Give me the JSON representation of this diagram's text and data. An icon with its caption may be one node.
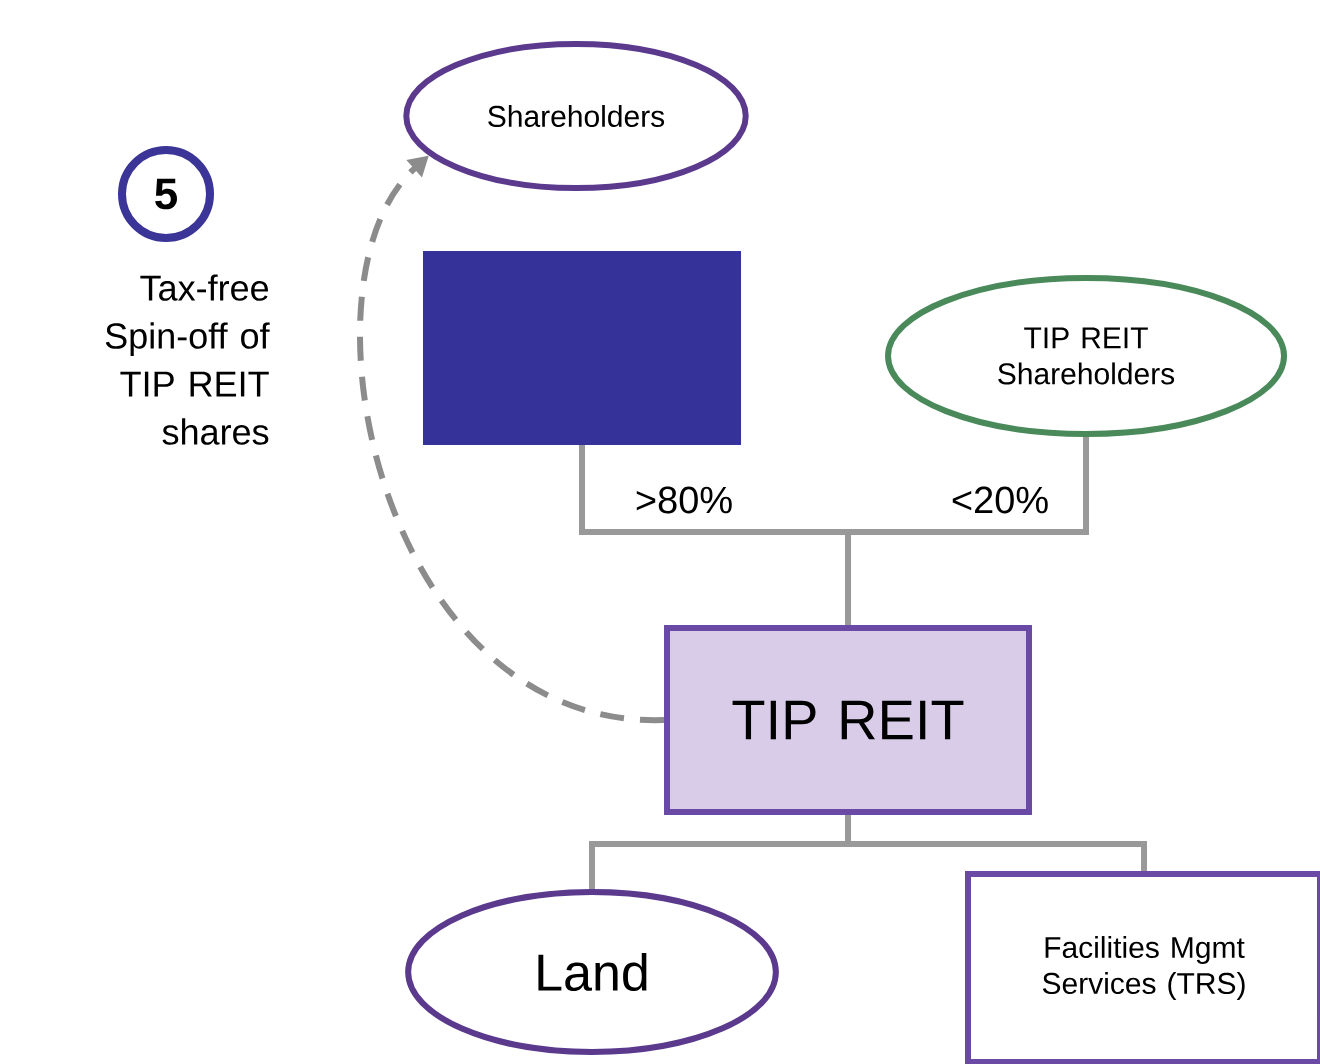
{
  "diagram": {
    "nodes": [
      {
        "text": [
          "Shareholders"
        ]
      },
      {
        "text": [
          "5"
        ]
      },
      {
        "text": [],
        "shape": "box"
      },
      {
        "text": [
          "TIP REIT Shareholders"
        ]
      },
      {
        "text": [
          "TIP REIT"
        ]
      },
      {
        "text": [
          "Land"
        ]
      },
      {
        "text": [
          "Facilities Mgmt Services (TRS)"
        ]
      }
    ],
    "edges": [
      {
        "from": 2,
        "to": 4,
        "arrow": "none",
        "label": ">80%"
      },
      {
        "from": 3,
        "to": 4,
        "arrow": "none",
        "label": "<20%"
      },
      {
        "from": 4,
        "to": 5,
        "arrow": "none"
      },
      {
        "from": 4,
        "to": 6,
        "arrow": "none"
      },
      {
        "from": 4,
        "to": 0,
        "arrow": "to",
        "style": "dashed",
        "color": "#8c8c8c"
      }
    ],
    "labels": [
      "Tax-free Spin-off of TIP REIT shares"
    ]
  }
}
